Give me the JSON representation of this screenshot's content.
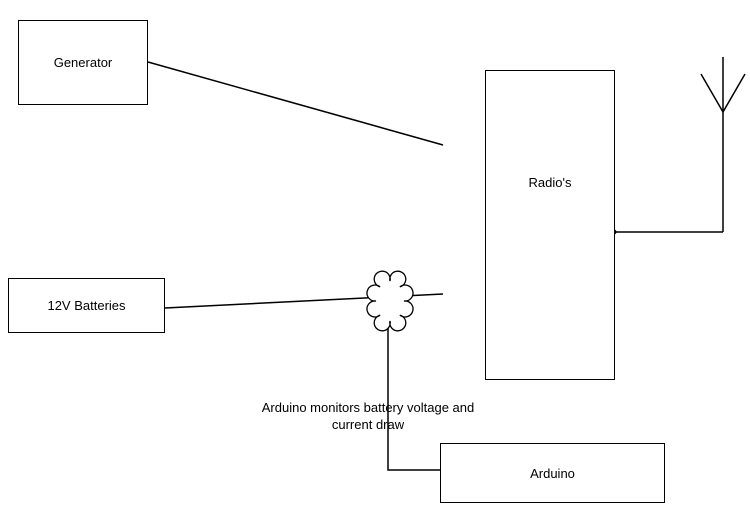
{
  "colors": {
    "background": "#ffffff",
    "stroke": "#000000",
    "text": "#000000"
  },
  "nodes": {
    "generator": {
      "label": "Generator"
    },
    "batteries": {
      "label": "12V Batteries"
    },
    "radios": {
      "label": "Radio's"
    },
    "arduino": {
      "label": "Arduino"
    }
  },
  "annotation": {
    "lines": [
      "Arduino monitors battery voltage and",
      "current draw"
    ]
  },
  "icons": {
    "antenna": "antenna-icon",
    "cloud": "cloud-shape"
  }
}
